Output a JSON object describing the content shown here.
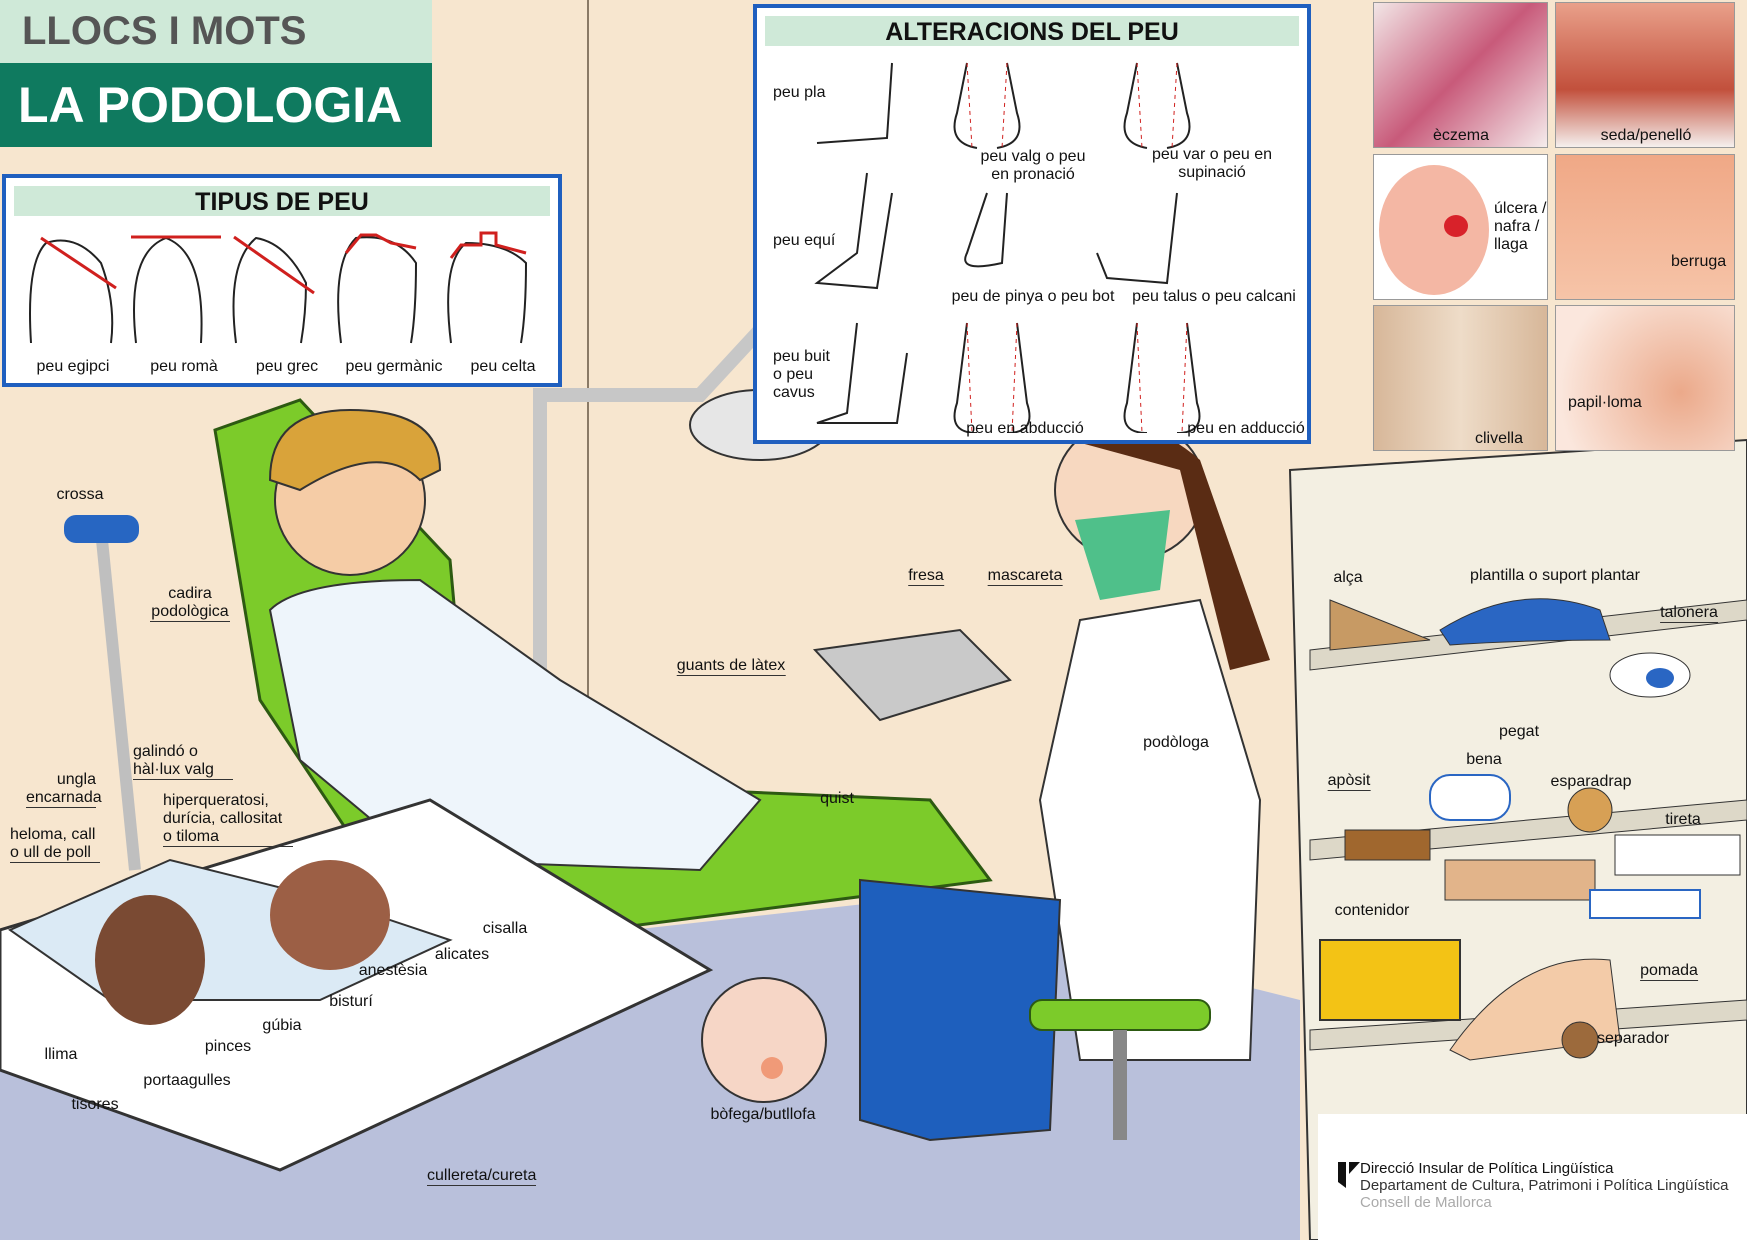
{
  "header": {
    "series": "LLOCS I MOTS",
    "title": "LA PODOLOGIA"
  },
  "foot_types": {
    "title": "TIPUS DE PEU",
    "items": [
      "peu egipci",
      "peu romà",
      "peu grec",
      "peu germànic",
      "peu celta"
    ]
  },
  "alterations": {
    "title": "ALTERACIONS DEL PEU",
    "items": [
      "peu pla",
      "peu valg o peu en pronació",
      "peu var o peu en supinació",
      "peu equí",
      "peu de pinya o peu bot",
      "peu talus o peu calcani",
      "peu buit o peu cavus",
      "peu en abducció",
      "peu en adducció"
    ]
  },
  "conditions": [
    "èczema",
    "seda/penelló",
    "úlcera / nafra / llaga",
    "berruga",
    "clivella",
    "papil·loma"
  ],
  "scene_labels": {
    "crossa": "crossa",
    "cadira": "cadira podològica",
    "galindo": "galindó o hàl·lux valg",
    "ungla": "ungla encarnada",
    "hiper": "hiperqueratosi, durícia, callositat o tiloma",
    "heloma": "heloma, call o ull de poll",
    "llima": "llima",
    "pinces": "pinces",
    "gubia": "gúbia",
    "portaagulles": "portaagulles",
    "bisturi": "bisturí",
    "anestesia": "anestèsia",
    "alicates": "alicates",
    "cisalla": "cisalla",
    "tisores": "tisores",
    "cullereta": "cullereta/cureta",
    "bofega": "bòfega/butllofa",
    "quist": "quist",
    "guants": "guants de làtex",
    "fresa": "fresa",
    "mascareta": "mascareta",
    "podologa": "podòloga",
    "alca": "alça",
    "plantilla": "plantilla o suport plantar",
    "talonera": "talonera",
    "aposit": "apòsit",
    "bena": "bena",
    "pegat": "pegat",
    "esparadrap": "esparadrap",
    "tireta": "tireta",
    "contenidor": "contenidor",
    "pomada": "pomada",
    "separador": "separador"
  },
  "logo": {
    "line1": "Direcció Insular de Política Lingüística",
    "line2": "Departament de Cultura, Patrimoni i Política Lingüística",
    "line3": "Consell de Mallorca"
  }
}
